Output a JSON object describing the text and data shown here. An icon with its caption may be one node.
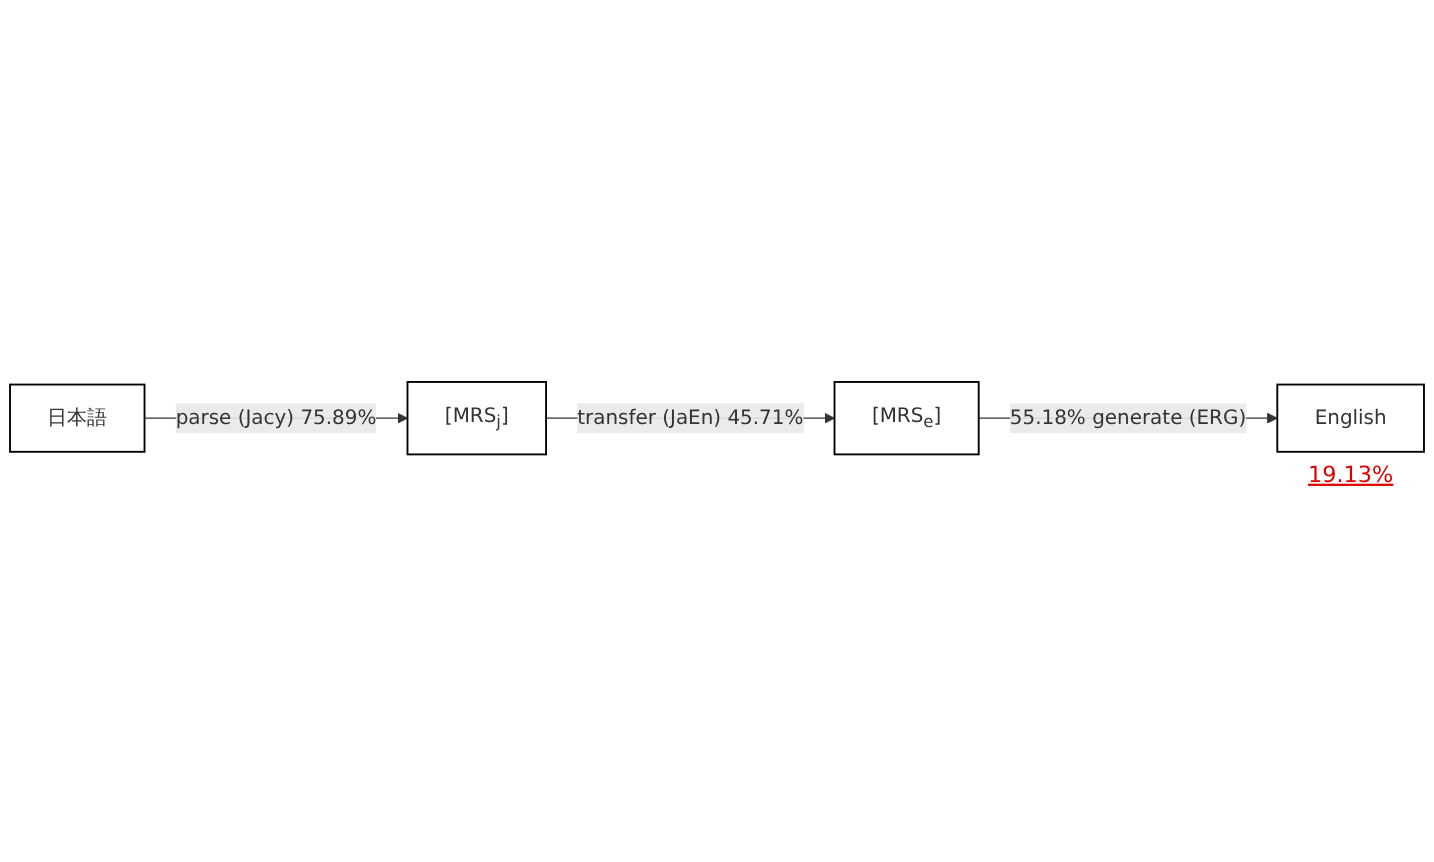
{
  "diagram": {
    "nodes": [
      {
        "text": [
          "日本語"
        ]
      },
      {
        "text": [
          "[MRS$_{j}$]"
        ]
      },
      {
        "text": [
          "[MRS$_{e}$]"
        ]
      },
      {
        "text": [
          "English"
        ],
        "beside": [
          "19.13%"
        ]
      }
    ],
    "edges": [
      {
        "from": 0,
        "to": 1,
        "arrow": "to",
        "label": "parse (Jacy) 75.89%"
      },
      {
        "from": 1,
        "to": 2,
        "arrow": "to",
        "label": "transfer (JaEn) 45.71%"
      },
      {
        "from": 2,
        "to": 3,
        "arrow": "to",
        "label": "55.18% generate (ERG)"
      }
    ]
  }
}
